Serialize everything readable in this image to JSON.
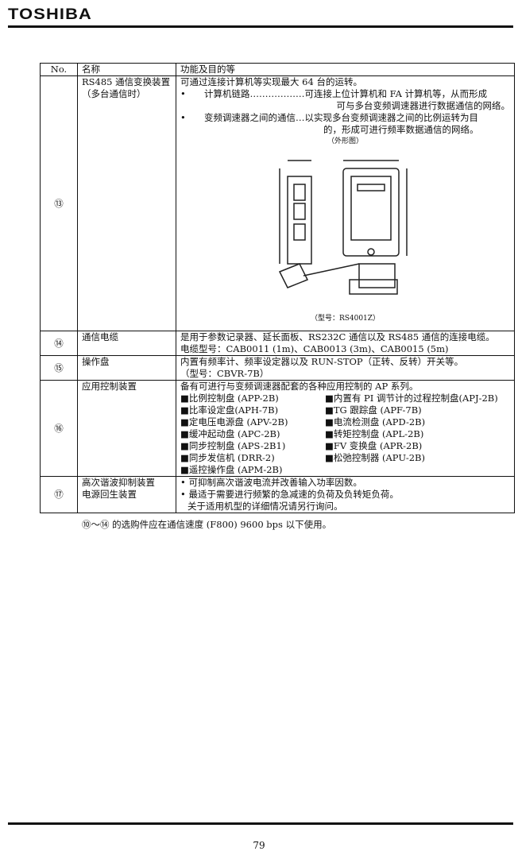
{
  "header": {
    "logo": "TOSHIBA"
  },
  "table": {
    "headers": [
      "No.",
      "名称",
      "功能及目的等"
    ],
    "r13": {
      "no": "⑬",
      "name": "RS485 通信变换装置（多台通信时）",
      "l1": "可通过连接计算机等实现最大 64 台的运转。",
      "b1a": "计算机链路………………可连接上位计算机和 FA 计算机等，从而形成",
      "b1b": "可与多台变频调速器进行数据通信的网络。",
      "b2a": "变频调速器之间的通信…以实现多台变频调速器之间的比例运转为目",
      "b2b": "的，形成可进行频率数据通信的网络。",
      "fig_title": "（外形图）",
      "model": "（型号：RS4001Z）",
      "bullet": "•"
    },
    "r14": {
      "no": "⑭",
      "name": "通信电缆",
      "l1": "是用于参数记录器、延长面板、RS232C 通信以及 RS485 通信的连接电缆。",
      "l2": "电缆型号：CAB0011 (1m)、CAB0013 (3m)、CAB0015 (5m)"
    },
    "r15": {
      "no": "⑮",
      "name": "操作盘",
      "l1": "内置有频率计、频率设定器以及 RUN-STOP（正转、反转）开关等。",
      "l2": "（型号：CBVR-7B）"
    },
    "r16": {
      "no": "⑯",
      "name": "应用控制装置",
      "l1": "备有可进行与变频调速器配套的各种应用控制的 AP 系列。",
      "items": [
        "■比例控制盘 (APP-2B)",
        "■内置有 PI 调节计的过程控制盘(APJ-2B)",
        "■比率设定盘(APH-7B)",
        "■TG 跟踪盘 (APF-7B)",
        "■定电压电源盘 (APV-2B)",
        "■电流检测盘 (APD-2B)",
        "■缓冲起动盘 (APC-2B)",
        "■转矩控制盘 (APL-2B)",
        "■同步控制盘 (APS-2B1)",
        "■FV 变换盘 (APR-2B)",
        "■同步发信机 (DRR-2)",
        "■松弛控制器 (APU-2B)",
        "■遥控操作盘 (APM-2B)"
      ]
    },
    "r17": {
      "no": "⑰",
      "name1": "高次谐波抑制装置",
      "name2": "电源回生装置",
      "l1": "• 可抑制高次谐波电流并改善输入功率因数。",
      "l2": "• 最适于需要进行频繁的急减速的负荷及负转矩负荷。",
      "l3": "关于适用机型的详细情况请另行询问。"
    }
  },
  "footnote": "⑩～⑭ 的选购件应在通信速度 (F800) 9600 bps 以下使用。",
  "page_number": "79"
}
